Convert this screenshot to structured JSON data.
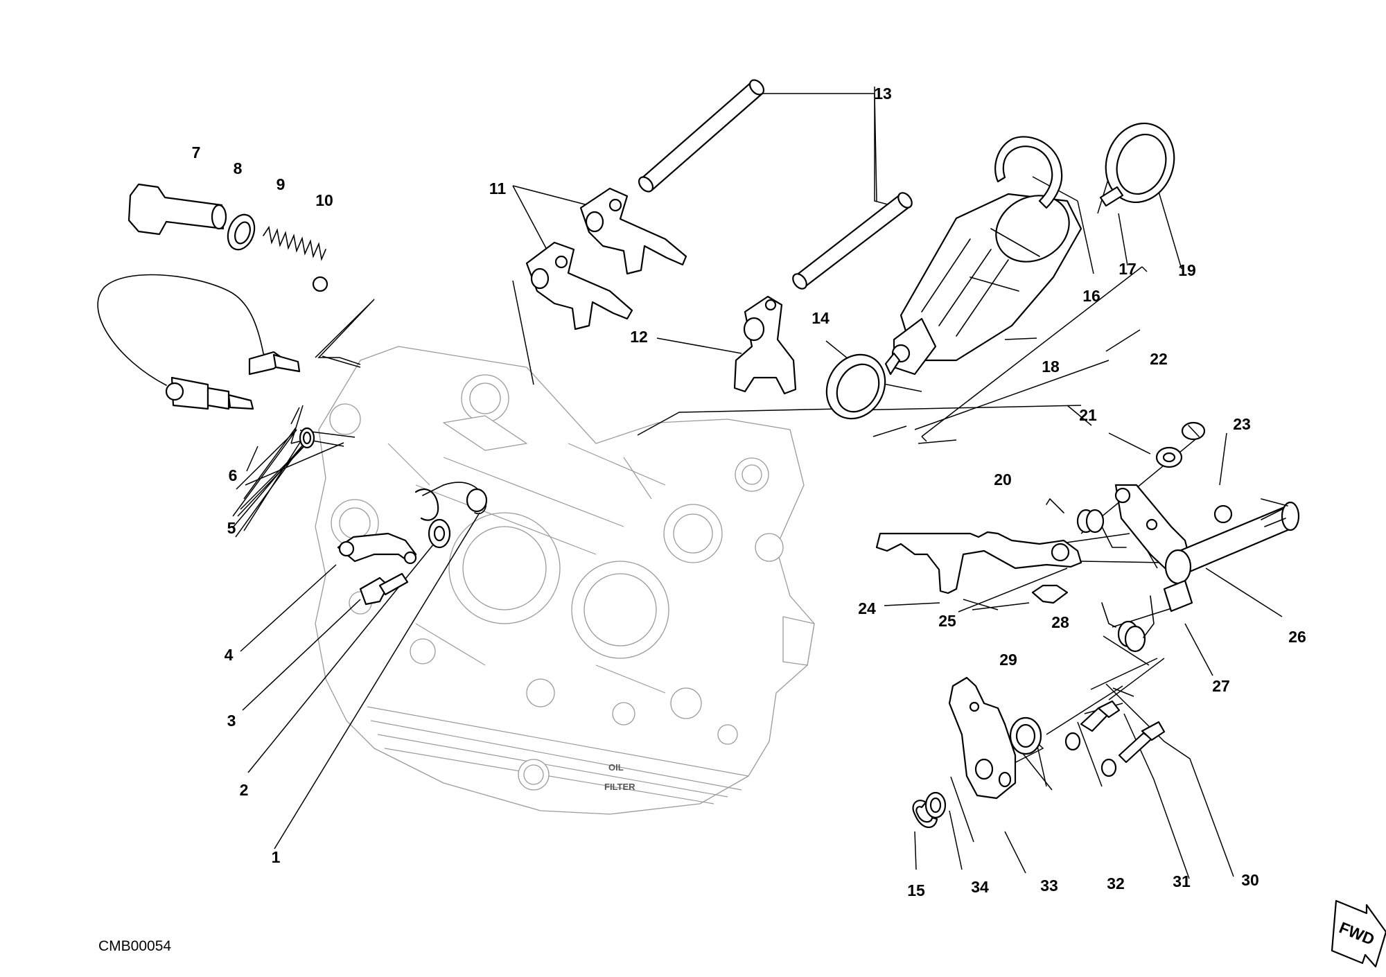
{
  "drawing_code": "CMB00054",
  "fwd_badge": "FWD",
  "case_markings": {
    "oil": "OIL",
    "filter": "FILTER"
  },
  "part_labels": {
    "p1": "1",
    "p2": "2",
    "p3": "3",
    "p4": "4",
    "p5": "5",
    "p6": "6",
    "p7": "7",
    "p8": "8",
    "p9": "9",
    "p10": "10",
    "p11": "11",
    "p12": "12",
    "p13": "13",
    "p14": "14",
    "p15": "15",
    "p16": "16",
    "p17": "17",
    "p18": "18",
    "p19": "19",
    "p20": "20",
    "p21": "21",
    "p22": "22",
    "p23": "23",
    "p24": "24",
    "p25": "25",
    "p26": "26",
    "p27": "27",
    "p28": "28",
    "p29": "29",
    "p30": "30",
    "p31": "31",
    "p32": "32",
    "p33": "33",
    "p34": "34"
  }
}
